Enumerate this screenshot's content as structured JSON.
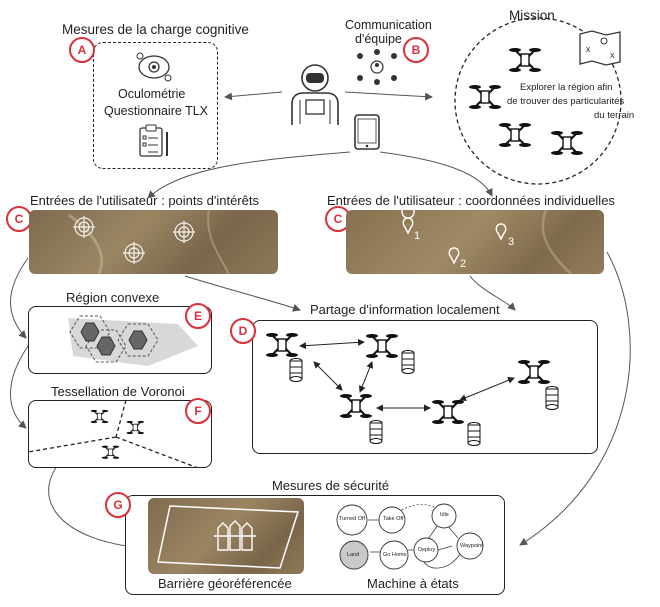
{
  "title_cognitive": "Mesures de la charge cognitive",
  "cognitive_items": [
    "Oculométrie",
    "Questionnaire TLX"
  ],
  "title_communication": [
    "Communication",
    "d'équipe"
  ],
  "title_mission": "Mission",
  "mission_text": [
    "Explorer la région afin",
    "de trouver des particularités",
    "du terrain"
  ],
  "input_poi_title": "Entrées de l'utilisateur : points d'intérêts",
  "input_coords_title": "Entrées de l'utilisateur : coordonnées individuelles",
  "coord_labels": [
    "1",
    "2",
    "3"
  ],
  "convex_title": "Région convexe",
  "voronoi_title": "Tessellation de Voronoi",
  "sharing_title": "Partage d'information localement",
  "safety_title": "Mesures de sécurité",
  "geofence_label": "Barrière géoréférencée",
  "state_machine_label": "Machine à états",
  "states": [
    "Turned Off",
    "Take Off",
    "Idle",
    "Land",
    "Go Home",
    "Deploy",
    "Waypoint"
  ],
  "badges": {
    "A": "A",
    "B": "B",
    "C1": "C",
    "C2": "C",
    "D": "D",
    "E": "E",
    "F": "F",
    "G": "G"
  },
  "colors": {
    "accent": "#d9303a",
    "map": "#8a7455",
    "hull": "#d8d8d8",
    "line": "#222222"
  }
}
